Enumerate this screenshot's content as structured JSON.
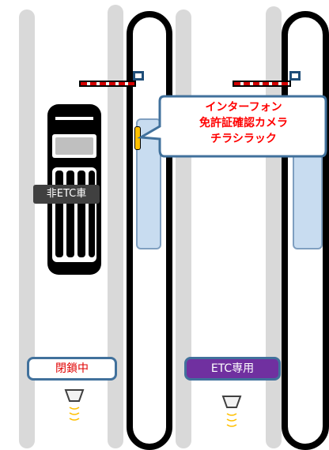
{
  "car_label": "非ETC車",
  "lane_left_status": "閉鎖中",
  "lane_right_status": "ETC専用",
  "callout": {
    "line1": "インターフォン",
    "line2": "免許証確認カメラ",
    "line3": "チラシラック"
  },
  "colors": {
    "lane": "#d9d9d9",
    "booth_window": "#c8dcf0",
    "closed_text": "#e00000",
    "etc_fill": "#7030a0",
    "callout_text": "#ff0000",
    "callout_border": "#41719c",
    "gate_red": "#d40000",
    "device_yellow": "#ffc000"
  }
}
